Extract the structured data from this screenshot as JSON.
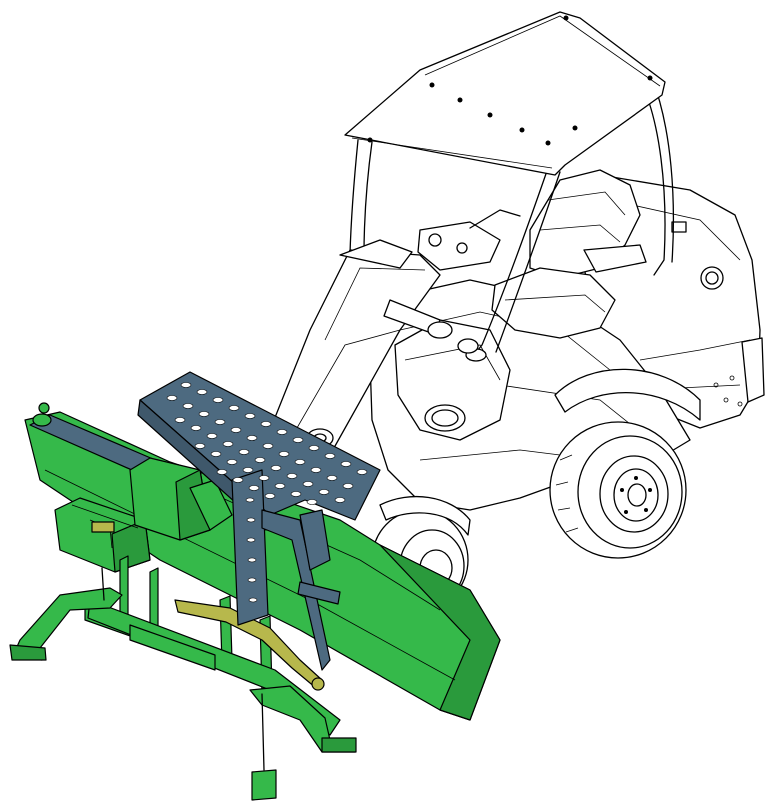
{
  "colors": {
    "background": "#ffffff",
    "line": "#000000",
    "splitter_green": "#35b94a",
    "splitter_green_dark": "#2a9a3c",
    "cage_blue": "#4d6a80",
    "cage_hole": "#ffffff",
    "lever_olive": "#b7b84c"
  },
  "parts": {
    "vehicle": "compact-loader",
    "attachment": "log-splitter",
    "guard": "perforated-cage",
    "control": "operating-lever"
  }
}
